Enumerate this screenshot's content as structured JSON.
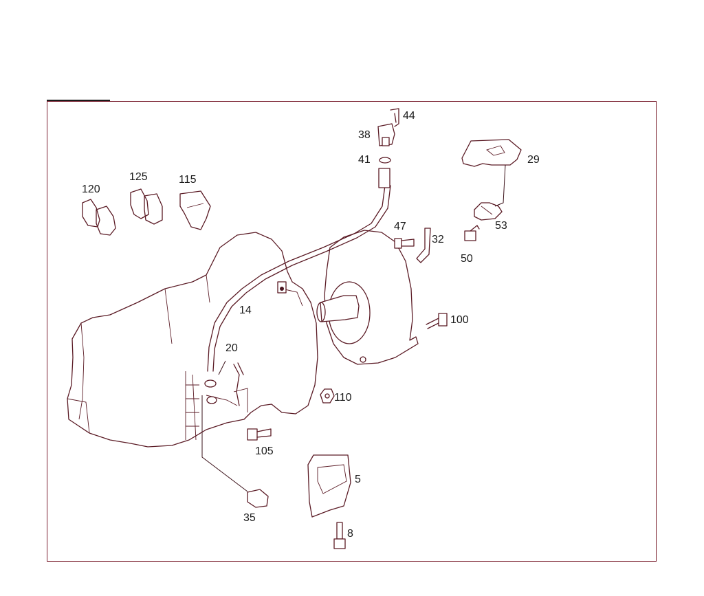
{
  "diagram": {
    "callouts": {
      "c44": "44",
      "c38": "38",
      "c41": "41",
      "c29": "29",
      "c120": "120",
      "c125": "125",
      "c115": "115",
      "c47": "47",
      "c32": "32",
      "c53": "53",
      "c50": "50",
      "c14": "14",
      "c100": "100",
      "c20": "20",
      "c110": "110",
      "c105": "105",
      "c5": "5",
      "c35": "35",
      "c8": "8"
    }
  },
  "colors": {
    "line": "#5a1a24",
    "frame": "#7a1f2e",
    "text": "#1a1a1a"
  }
}
